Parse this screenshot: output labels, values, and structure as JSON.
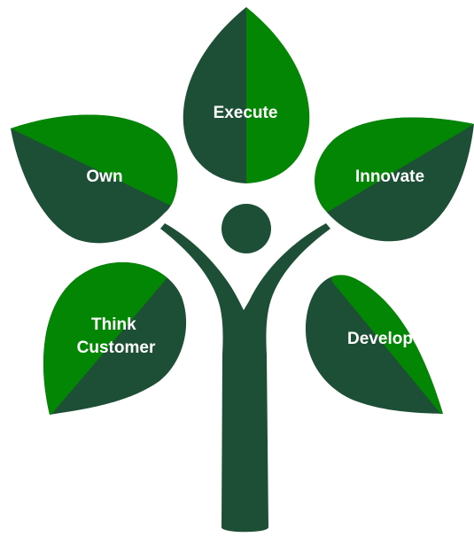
{
  "colors": {
    "dark_green": "#1d4f36",
    "bright_green": "#038603",
    "label_text": "#ffffff",
    "background": "#ffffff"
  },
  "leaves": [
    {
      "id": "execute",
      "label_lines": [
        "Execute"
      ]
    },
    {
      "id": "own",
      "label_lines": [
        "Own"
      ]
    },
    {
      "id": "innovate",
      "label_lines": [
        "Innovate"
      ]
    },
    {
      "id": "think-customer",
      "label_lines": [
        "Think",
        "Customer"
      ]
    },
    {
      "id": "develop",
      "label_lines": [
        "Develop"
      ]
    }
  ]
}
